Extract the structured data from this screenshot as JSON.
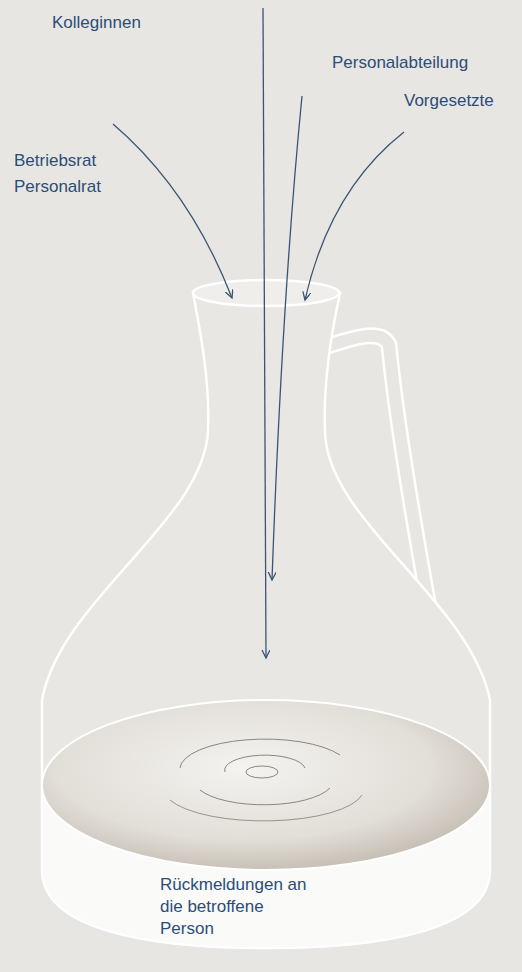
{
  "diagram": {
    "nodes": [
      {
        "text": [
          "Rückmeldungen an die betroffene Person"
        ]
      }
    ],
    "labels": [
      "Kolleginnen",
      "Personalabteilung",
      "Vorgesetzte",
      "Betriebsrat Personalrat"
    ]
  }
}
